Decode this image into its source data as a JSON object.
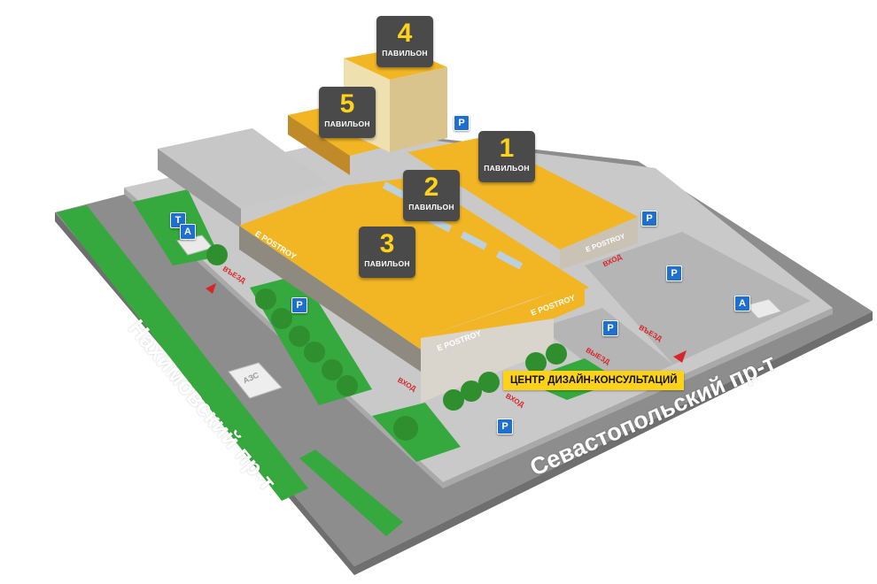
{
  "pavilions": [
    {
      "number": "4",
      "label": "ПАВИЛЬОН"
    },
    {
      "number": "5",
      "label": "ПАВИЛЬОН"
    },
    {
      "number": "1",
      "label": "ПАВИЛЬОН"
    },
    {
      "number": "2",
      "label": "ПАВИЛЬОН"
    },
    {
      "number": "3",
      "label": "ПАВИЛЬОН"
    }
  ],
  "streets": {
    "left": "Нахимовский пр-т",
    "bottom": "Севастопольский пр-т"
  },
  "signs": {
    "parking": "P",
    "taxi": "Т",
    "bus": "А"
  },
  "labels": {
    "entry_road": "ВЪЕЗД",
    "exit_road": "ВЫЕЗД",
    "entrance": "ВХОД",
    "store_brand": "E POSTROY",
    "gas_station": "АЗС",
    "design_center": "ЦЕНТР ДИЗАЙН-КОНСУЛЬТАЦИЙ"
  },
  "colors": {
    "roof": "#f2b624",
    "badge": "#4a4a4a",
    "badge_number": "#ffd21a",
    "road": "#8d8d8d",
    "pavement": "#c9c9c9",
    "grass": "#35a93d",
    "parking_sign": "#1f6fd0",
    "callout": "#ffd21a",
    "arrow": "#d8252a"
  }
}
